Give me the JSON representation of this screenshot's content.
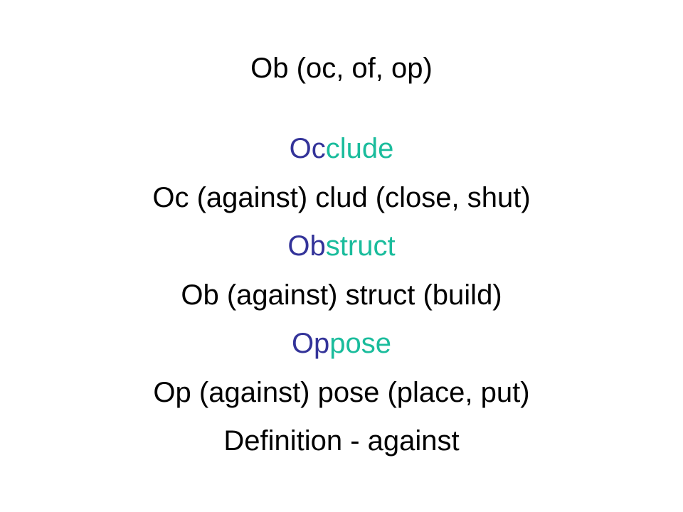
{
  "slide": {
    "title": "Ob (oc, of, op)",
    "colors": {
      "prefix": "#333399",
      "root": "#1abc9c",
      "text": "#000000",
      "background": "#ffffff"
    },
    "words": [
      {
        "prefix": "Oc",
        "root": "clude",
        "breakdown": "Oc (against) clud (close, shut)"
      },
      {
        "prefix": "Ob",
        "root": "struct",
        "breakdown": "Ob (against) struct (build)"
      },
      {
        "prefix": "Op",
        "root": "pose",
        "breakdown": "Op (against) pose (place, put)"
      }
    ],
    "definition": "Definition - against"
  }
}
